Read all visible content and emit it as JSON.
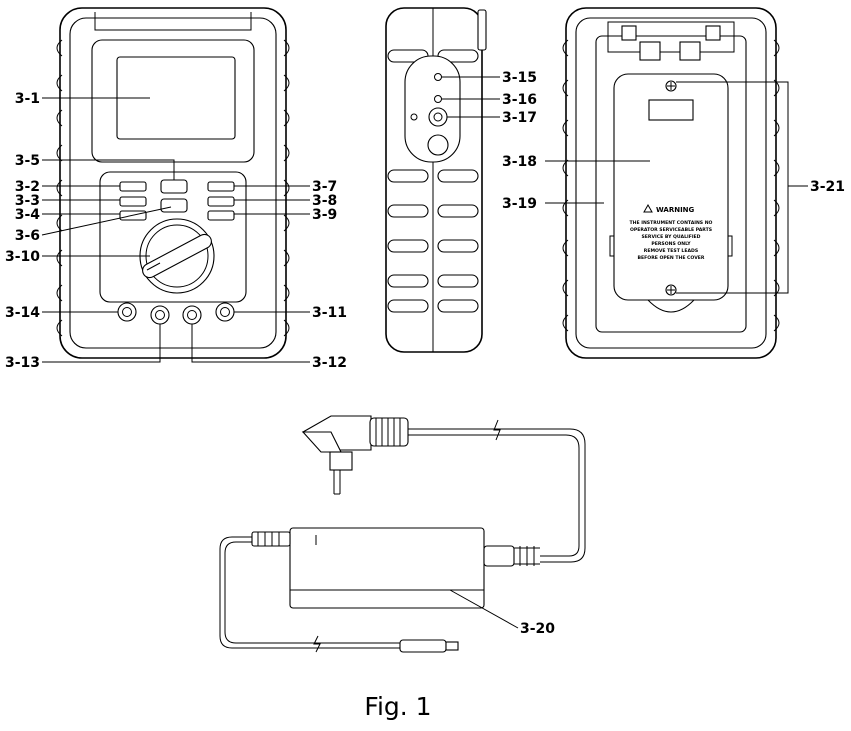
{
  "figure": {
    "caption": "Fig. 1",
    "callouts": {
      "c3_1": "3-1",
      "c3_2": "3-2",
      "c3_3": "3-3",
      "c3_4": "3-4",
      "c3_5": "3-5",
      "c3_6": "3-6",
      "c3_7": "3-7",
      "c3_8": "3-8",
      "c3_9": "3-9",
      "c3_10": "3-10",
      "c3_11": "3-11",
      "c3_12": "3-12",
      "c3_13": "3-13",
      "c3_14": "3-14",
      "c3_15": "3-15",
      "c3_16": "3-16",
      "c3_17": "3-17",
      "c3_18": "3-18",
      "c3_19": "3-19",
      "c3_20": "3-20",
      "c3_21": "3-21"
    },
    "warning_label": {
      "heading": "WARNING",
      "lines": [
        "THE INSTRUMENT CONTAINS NO",
        "OPERATOR SERVICEABLE PARTS",
        "SERVICE BY QUALIFIED",
        "PERSONS ONLY",
        "REMOVE TEST LEADS",
        "BEFORE OPEN THE COVER"
      ]
    }
  }
}
